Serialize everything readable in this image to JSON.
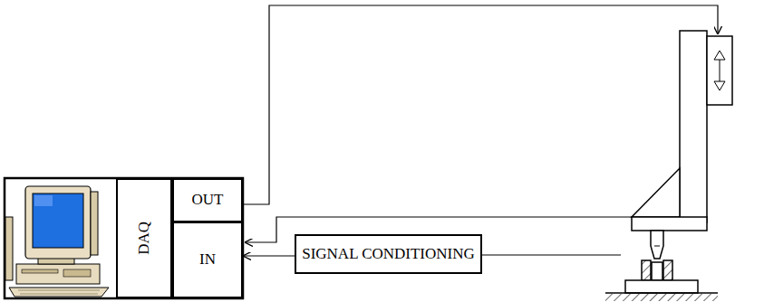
{
  "diagram": {
    "nodes": [
      {
        "text": [
          "DAQ"
        ]
      },
      {
        "text": [
          "OUT"
        ]
      },
      {
        "text": [
          "IN"
        ]
      },
      {
        "text": [
          "SIGNAL CONDITIONING"
        ]
      }
    ],
    "edges": [
      {
        "from": 3,
        "to": 2,
        "arrow": "to"
      }
    ]
  }
}
